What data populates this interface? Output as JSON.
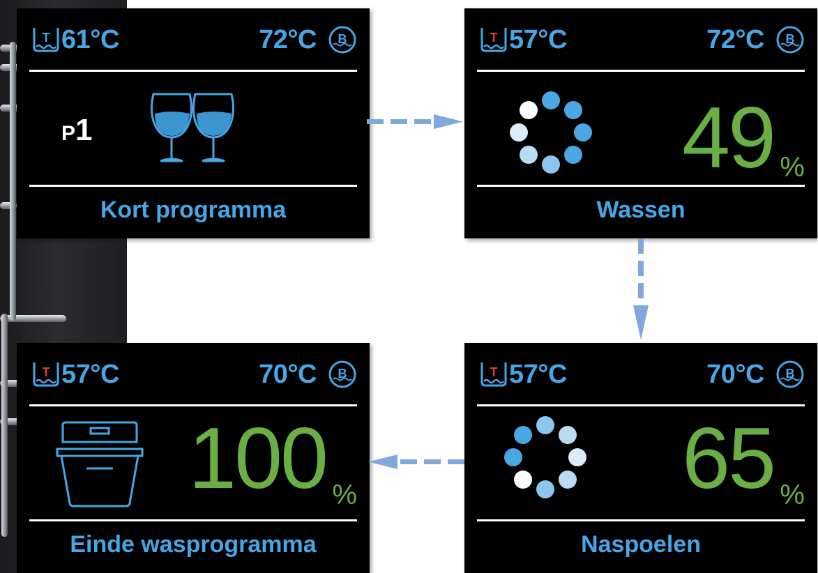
{
  "colors": {
    "accent_blue": "#45a7e6",
    "green": "#6aaf44",
    "arrow": "#7fa8dc",
    "panel_bg": "#000000"
  },
  "panels": [
    {
      "tank_temp": "61°C",
      "boiler_temp": "72°C",
      "program_prefix": "P",
      "program_number": "1",
      "label": "Kort programma",
      "icon": "wine-glasses-icon"
    },
    {
      "tank_temp": "57°C",
      "boiler_temp": "72°C",
      "progress": "49",
      "progress_unit": "%",
      "label": "Wassen",
      "icon": "spinner-icon"
    },
    {
      "tank_temp": "57°C",
      "boiler_temp": "70°C",
      "progress": "100",
      "progress_unit": "%",
      "label": "Einde wasprogramma",
      "icon": "dishwasher-icon"
    },
    {
      "tank_temp": "57°C",
      "boiler_temp": "70°C",
      "progress": "65",
      "progress_unit": "%",
      "label": "Naspoelen",
      "icon": "spinner-icon"
    }
  ],
  "icons": {
    "tank_letter": "T",
    "boiler_letter": "B"
  }
}
